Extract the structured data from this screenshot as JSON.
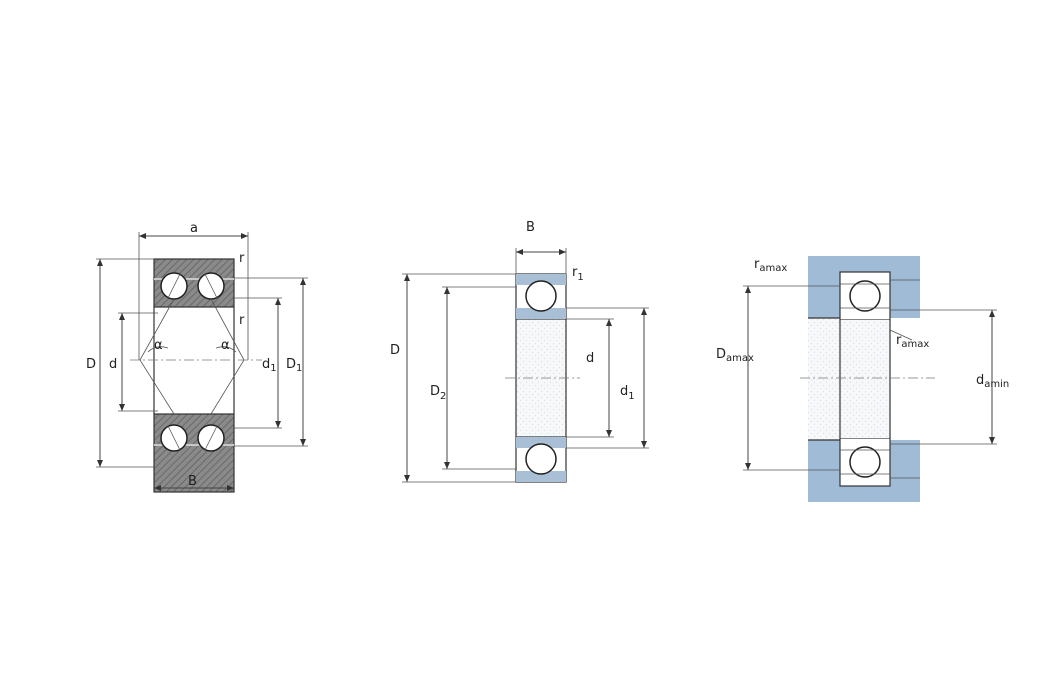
{
  "colors": {
    "ring_fill": "#a9bfd6",
    "housing_fill": "#9fbbd6",
    "hatch_fill": "#7a7a7a",
    "line": "#333333"
  },
  "figure1": {
    "label_a": "a",
    "label_r_top": "r",
    "label_r_mid": "r",
    "label_D": "D",
    "label_d": "d",
    "label_alpha_left": "α",
    "label_alpha_right": "α",
    "label_d1_main": "d",
    "label_d1_sub": "1",
    "label_D1_main": "D",
    "label_D1_sub": "1",
    "label_B": "B"
  },
  "figure2": {
    "label_B": "B",
    "label_r1_main": "r",
    "label_r1_sub": "1",
    "label_D": "D",
    "label_D2_main": "D",
    "label_D2_sub": "2",
    "label_d": "d",
    "label_d1_main": "d",
    "label_d1_sub": "1"
  },
  "figure3": {
    "label_ramax_top_main": "r",
    "label_ramax_top_sub": "amax",
    "label_Damax_main": "D",
    "label_Damax_sub": "amax",
    "label_ramax_right_main": "r",
    "label_ramax_right_sub": "amax",
    "label_damin_main": "d",
    "label_damin_sub": "amin"
  }
}
